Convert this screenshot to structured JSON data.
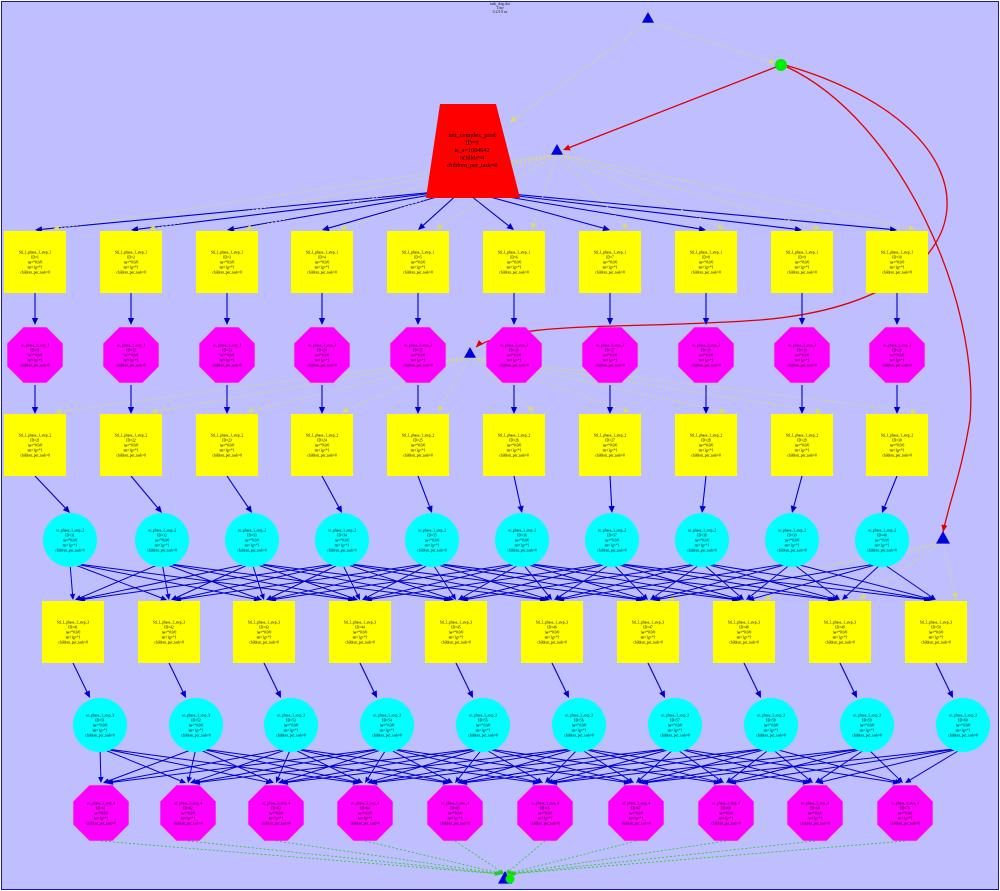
{
  "graph": {
    "title_lines": [
      "task_dag.dot",
      "Tiny",
      "0.2/10 us"
    ],
    "colors": {
      "background": "#bfbfff",
      "border": "#1a1aa0",
      "root": "#ff0000",
      "task": "#ffff00",
      "octagon": "#ff00ff",
      "circle": "#00ffff",
      "marker": "#0000dd",
      "sync": "#00ee00",
      "edge_main": "#0000cc",
      "edge_control": "#dd0000",
      "edge_sync": "#dddd66",
      "edge_done": "#22cc22"
    },
    "root": {
      "lines": [
        "init_complex_prod",
        "ID=0",
        "is_a=1004642",
        "nchilds=4",
        "children_per_task=0"
      ]
    },
    "rows": [
      {
        "shape": "square",
        "prefix": "Stl_1_phase_1_step_1",
        "ids": [
          "ID=1",
          "ID=2",
          "ID=3",
          "ID=4",
          "ID=5",
          "ID=6",
          "ID=7",
          "ID=8",
          "ID=9",
          "ID=10"
        ],
        "extra": [
          "na=*0.0/0",
          "nn=1g=*1",
          "children_per_task=0"
        ]
      },
      {
        "shape": "octagon",
        "prefix": "co_phase_1_step_1",
        "ids": [
          "ID=11",
          "ID=12",
          "ID=13",
          "ID=14",
          "ID=15",
          "ID=16",
          "ID=17",
          "ID=18",
          "ID=19",
          "ID=20"
        ],
        "extra": [
          "na=*0.0/0",
          "nn=1g=*1",
          "children_per_task=0"
        ]
      },
      {
        "shape": "square",
        "prefix": "Stl_1_phase_1_step_2",
        "ids": [
          "ID=21",
          "ID=22",
          "ID=23",
          "ID=24",
          "ID=25",
          "ID=26",
          "ID=27",
          "ID=28",
          "ID=29",
          "ID=30"
        ],
        "extra": [
          "na=*0.0/0",
          "nn=1g=*1",
          "children_per_task=0"
        ]
      },
      {
        "shape": "circle",
        "prefix": "co_phase_1_step_2",
        "ids": [
          "ID=31",
          "ID=32",
          "ID=33",
          "ID=34",
          "ID=35",
          "ID=36",
          "ID=37",
          "ID=38",
          "ID=39",
          "ID=40"
        ],
        "extra": [
          "na=*0.0/0",
          "nn=1g=*1",
          "children_per_task=0"
        ]
      },
      {
        "shape": "square",
        "prefix": "Stl_1_phase_1_step_3",
        "ids": [
          "ID=41",
          "ID=42",
          "ID=43",
          "ID=44",
          "ID=45",
          "ID=46",
          "ID=47",
          "ID=48",
          "ID=49",
          "ID=50"
        ],
        "extra": [
          "na=*0.0/0",
          "nn=1g=*1",
          "children_per_task=0"
        ]
      },
      {
        "shape": "circle",
        "prefix": "co_phase_1_step_3",
        "ids": [
          "ID=51",
          "ID=52",
          "ID=53",
          "ID=54",
          "ID=55",
          "ID=56",
          "ID=57",
          "ID=58",
          "ID=59",
          "ID=60"
        ],
        "extra": [
          "na=*0.0/0",
          "nn=1g=*1",
          "children_per_task=0"
        ]
      },
      {
        "shape": "octagon",
        "prefix": "co_phase_1_step_4",
        "ids": [
          "ID=61",
          "ID=62",
          "ID=63",
          "ID=64",
          "ID=65",
          "ID=66",
          "ID=67",
          "ID=68",
          "ID=69",
          "ID=70"
        ],
        "extra": [
          "na=*0.0/0",
          "nn=1g=*1",
          "children_per_task=0"
        ]
      }
    ],
    "markers": [
      "sync-marker-top",
      "sync-marker-level-1",
      "sync-marker-level-2",
      "sync-marker-level-3",
      "sync-marker-end"
    ]
  }
}
